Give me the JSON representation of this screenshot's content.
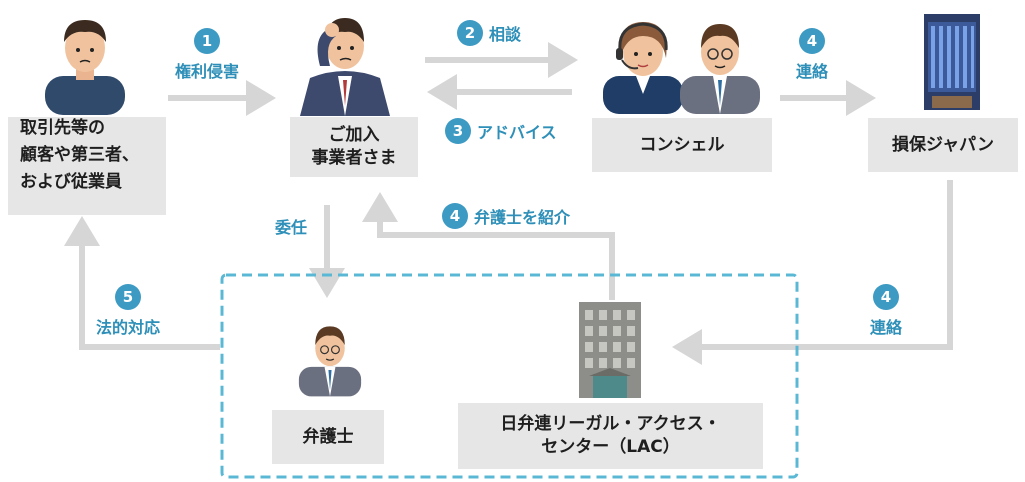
{
  "nodes": {
    "third_party": {
      "lines": [
        "取引先等の",
        "顧客や第三者、",
        "および従業員"
      ]
    },
    "member": {
      "lines": [
        "ご加入",
        "事業者さま"
      ]
    },
    "concierge": {
      "label": "コンシェル"
    },
    "sompo": {
      "label": "損保ジャパン"
    },
    "lawyer": {
      "label": "弁護士"
    },
    "lac": {
      "lines": [
        "日弁連リーガル・アクセス・",
        "センター（LAC）"
      ]
    }
  },
  "steps": {
    "s1": {
      "num": "1",
      "text": "権利侵害"
    },
    "s2": {
      "num": "2",
      "text": "相談"
    },
    "s3": {
      "num": "3",
      "text": "アドバイス"
    },
    "s4a": {
      "num": "4",
      "text": "連絡"
    },
    "s4b": {
      "num": "4",
      "text": "弁護士を紹介"
    },
    "s4c": {
      "num": "4",
      "text": "連絡"
    },
    "s5": {
      "num": "5",
      "text": "法的対応"
    },
    "delegate": {
      "text": "委任"
    }
  },
  "colors": {
    "accent": "#3d9ac3",
    "arrow": "#d6d6d6",
    "box": "#e6e6e6",
    "dashed_border": "#5bb8d4"
  }
}
